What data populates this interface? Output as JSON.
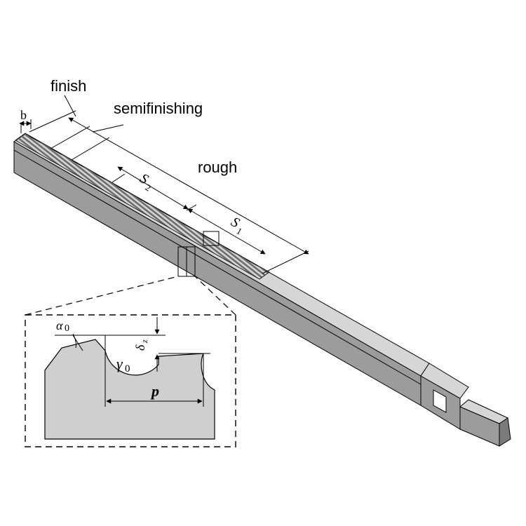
{
  "labels": {
    "finish": "finish",
    "semifinishing": "semifinishing",
    "rough": "rough",
    "b": "b",
    "s2_main": "S",
    "s2_sub": "2",
    "s1_main": "S",
    "s1_sub": "1"
  },
  "inset": {
    "alpha_main": "α",
    "alpha_sub": "0",
    "gamma_main": "γ",
    "gamma_sub": "0",
    "delta_main": "δ",
    "delta_sub": "z",
    "pitch": "p"
  },
  "colors": {
    "bar_top": "#d6d6d6",
    "bar_front": "#9c9c9c",
    "bar_end": "#7a7a7a",
    "teeth": "#7d7d7d",
    "inset_fill": "#cfcfcf",
    "line": "#000000"
  }
}
